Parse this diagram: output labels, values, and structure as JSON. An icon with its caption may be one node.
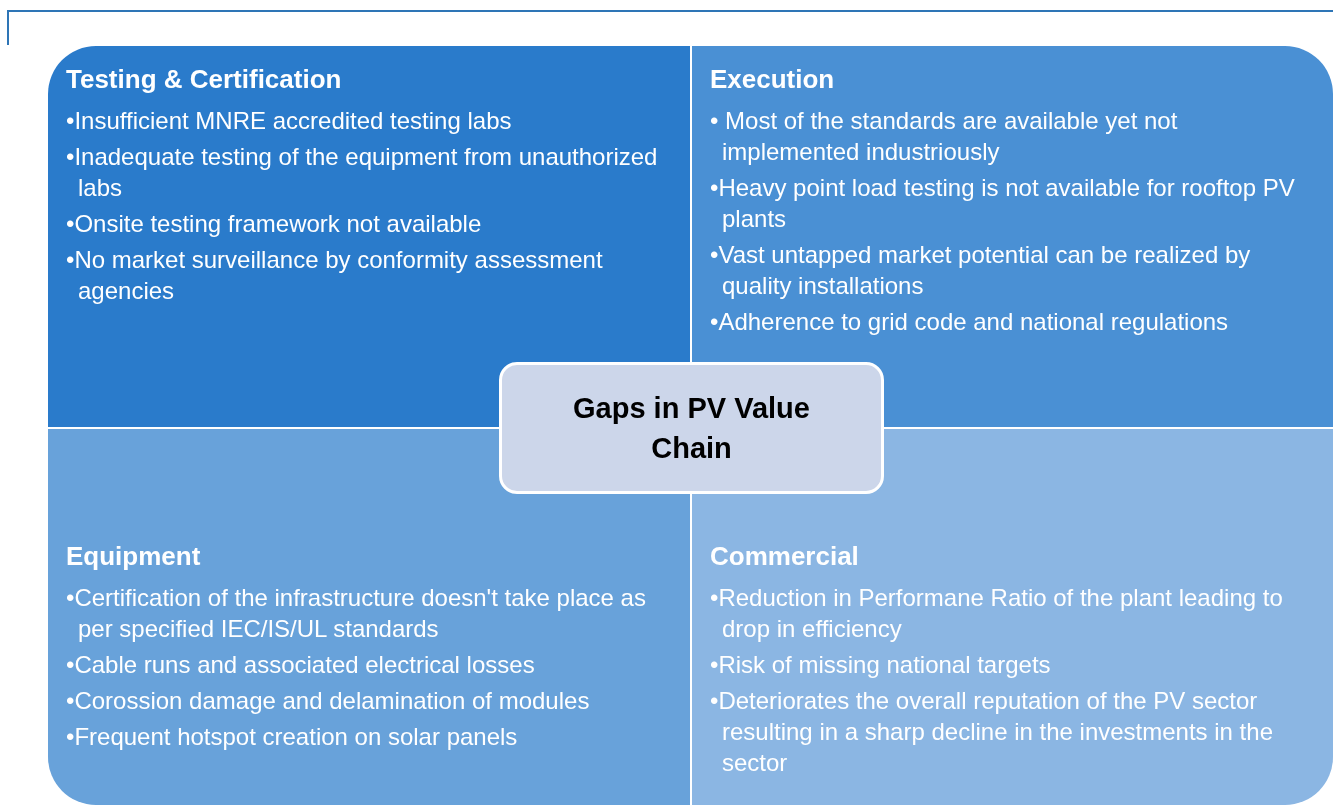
{
  "diagram": {
    "nodes": [
      {
        "text": [
          "Testing & Certification",
          "•Insufficient MNRE accredited testing labs",
          "•Inadequate testing of the equipment from unauthorized labs",
          "•Onsite testing framework not available",
          "•No market surveillance by conformity assessment agencies"
        ]
      },
      {
        "text": [
          "Execution",
          "• Most of the standards are available yet not implemented industriously",
          "•Heavy point load testing is not available for rooftop PV plants",
          "•Vast untapped market potential can be realized by quality installations",
          "•Adherence to grid code and national regulations"
        ]
      },
      {
        "text": [
          "Gaps in PV Value Chain"
        ]
      },
      {
        "text": [
          "Equipment",
          "•Certification of the infrastructure doesn't take place as per specified IEC/IS/UL standards",
          "•Cable runs and associated electrical losses",
          "•Corossion damage and delamination of modules",
          "•Frequent hotspot creation on solar panels"
        ]
      },
      {
        "text": [
          "Commercial",
          "•Reduction in Performane Ratio of the plant leading to drop in efficiency",
          "•Risk of missing national targets",
          "•Deteriorates the overall reputation of the PV sector resulting in a sharp decline in the investments in the sector"
        ]
      }
    ]
  }
}
